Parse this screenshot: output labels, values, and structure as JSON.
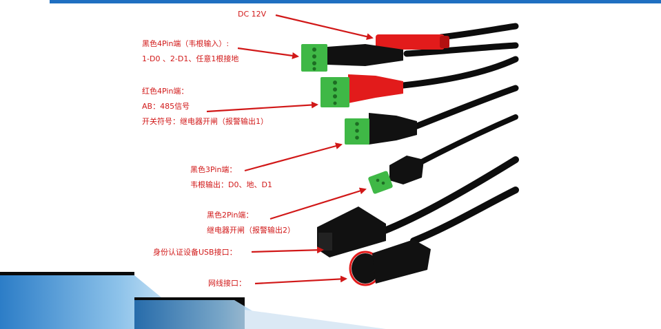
{
  "labels": {
    "dc": "DC  12V",
    "black4": [
      "黑色4Pin端（韦根输入）:",
      "1-D0 、2-D1、任意1根接地"
    ],
    "red4": [
      "红色4Pin端：",
      "AB：485信号",
      "开关符号：继电器开闸（报警输出1）"
    ],
    "black3": [
      "黑色3Pin端：",
      "韦根输出：D0、地、D1"
    ],
    "black2": [
      "黑色2Pin端：",
      "继电器开闸（报警输出2）"
    ],
    "usb": "身份认证设备USB接口：",
    "net": "网线接口："
  },
  "colors": {
    "label": "#d11818",
    "accent_bar": "#1f6fc1",
    "cable": "#0d0d0d",
    "red_plug": "#e21b1b",
    "terminal_green": "#3fb846"
  }
}
